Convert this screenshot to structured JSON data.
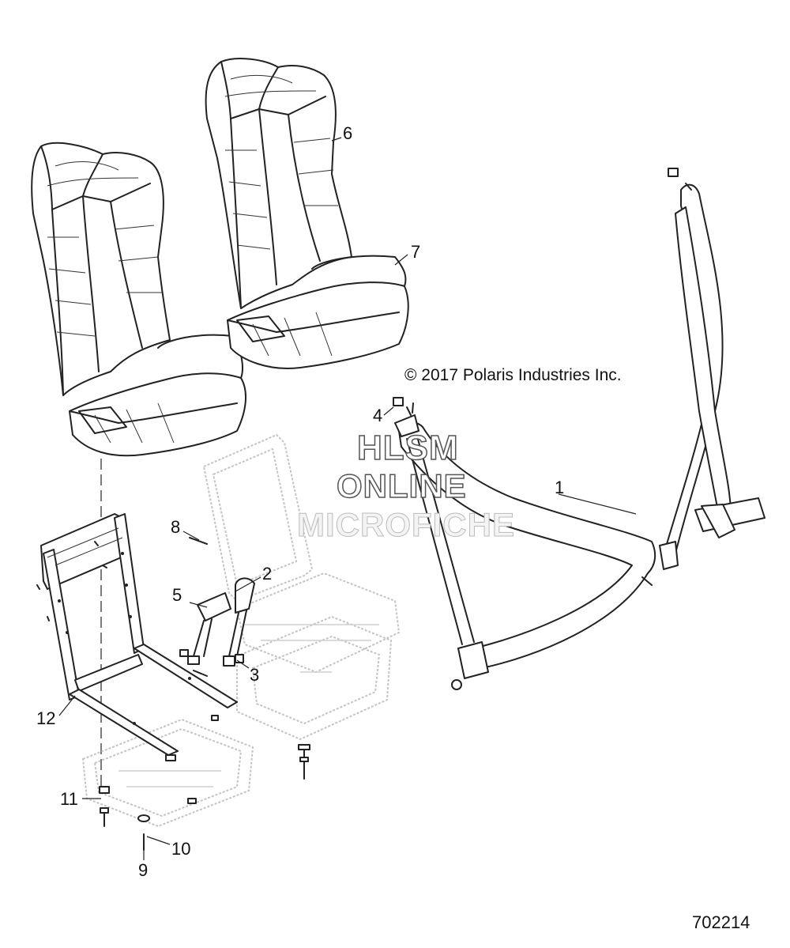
{
  "copyright": "© 2017 Polaris Industries Inc.",
  "figure_number": "702214",
  "watermark": {
    "line1": "HLSM",
    "line2": "ONLINE",
    "line3": "MICROFICHE"
  },
  "callouts": {
    "c1": "1",
    "c2": "2",
    "c3": "3",
    "c4": "4",
    "c5": "5",
    "c6": "6",
    "c7": "7",
    "c8": "8",
    "c9": "9",
    "c10": "10",
    "c11": "11",
    "c12": "12"
  },
  "colors": {
    "line": "#222222",
    "ghost": "#c8c8c8"
  }
}
